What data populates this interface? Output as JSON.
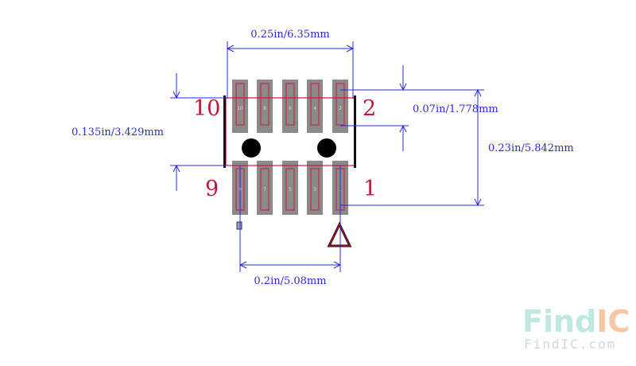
{
  "dimensions": {
    "top_width": "0.25in/6.35mm",
    "bottom_pitch": "0.2in/5.08mm",
    "left_height": "0.135in/3.429mm",
    "right_pitch": "0.07in/1.778mm",
    "right_total": "0.23in/5.842mm"
  },
  "pin_labels": {
    "top_left": "10",
    "top_right": "2",
    "bottom_left": "9",
    "bottom_right": "1"
  },
  "top_pads": [
    "10",
    "8",
    "6",
    "4",
    "2"
  ],
  "bottom_pads": [
    "9",
    "7",
    "5",
    "3",
    "1"
  ],
  "watermark": {
    "brand_part1": "Find",
    "brand_part2": "IC",
    "site": "FindIC.com"
  },
  "colors": {
    "dimension": "#2b2bd6",
    "pin_label": "#c0183c",
    "pad_fill": "#8a8a8a",
    "pad_outline": "#d2143c",
    "body_outline": "#d2143c",
    "watermark_teal": "#bfe8e0",
    "watermark_orange": "#f7c6a4"
  }
}
